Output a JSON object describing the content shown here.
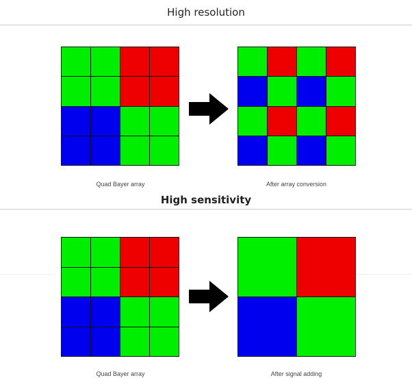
{
  "colors": {
    "G": "#00ee00",
    "R": "#ee0000",
    "B": "#0000ee"
  },
  "sections": [
    {
      "title": "High resolution",
      "left": {
        "caption": "Quad Bayer array",
        "cells": [
          "G",
          "G",
          "R",
          "R",
          "G",
          "G",
          "R",
          "R",
          "B",
          "B",
          "G",
          "G",
          "B",
          "B",
          "G",
          "G"
        ]
      },
      "right": {
        "caption": "After array conversion",
        "cells": [
          "G",
          "R",
          "G",
          "R",
          "B",
          "G",
          "B",
          "G",
          "G",
          "R",
          "G",
          "R",
          "B",
          "G",
          "B",
          "G"
        ]
      }
    },
    {
      "title": "High sensitivity",
      "left": {
        "caption": "Quad Bayer array",
        "cells": [
          "G",
          "G",
          "R",
          "R",
          "G",
          "G",
          "R",
          "R",
          "B",
          "B",
          "G",
          "G",
          "B",
          "B",
          "G",
          "G"
        ]
      },
      "right": {
        "caption": "After signal adding",
        "cells": [
          "G",
          "R",
          "B",
          "G"
        ]
      }
    }
  ],
  "arrow_icon": "right-arrow-icon"
}
